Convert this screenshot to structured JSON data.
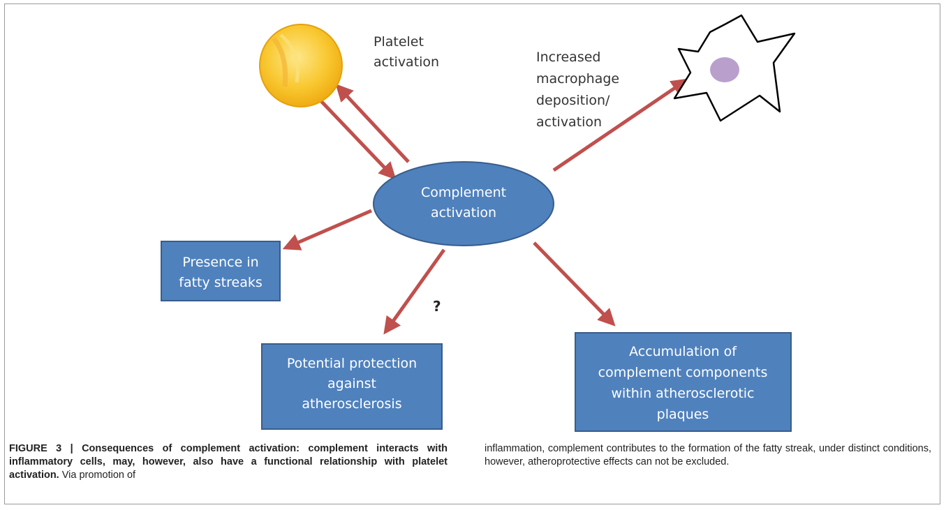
{
  "figure": {
    "nodes": {
      "center": {
        "line1": "Complement",
        "line2": "activation"
      },
      "platelet": {
        "line1": "Platelet",
        "line2": "activation"
      },
      "macrophage": {
        "line1": "Increased",
        "line2": "macrophage",
        "line3": "deposition/",
        "line4": "activation"
      },
      "fatty": {
        "line1": "Presence in",
        "line2": "fatty streaks"
      },
      "protection": {
        "line1": "Potential protection",
        "line2": "against",
        "line3": "atherosclerosis"
      },
      "accumulation": {
        "line1": "Accumulation of",
        "line2": "complement components",
        "line3": "within atherosclerotic",
        "line4": "plaques"
      },
      "question": "?"
    },
    "colors": {
      "box_fill": "#4f81bd",
      "box_border": "#385d8a",
      "arrow": "#c0504d",
      "platelet": "#f7c325",
      "nucleus": "#b9a0cc"
    }
  },
  "caption": {
    "label_bold": "FIGURE 3 | Consequences of complement activation: complement interacts with inflammatory cells, may, however, also have a functional relationship with platelet activation.",
    "text_left": " Via promotion of",
    "text_right": "inflammation, complement contributes to the formation of the fatty streak, under distinct conditions, however, atheroprotective effects can not be excluded."
  }
}
